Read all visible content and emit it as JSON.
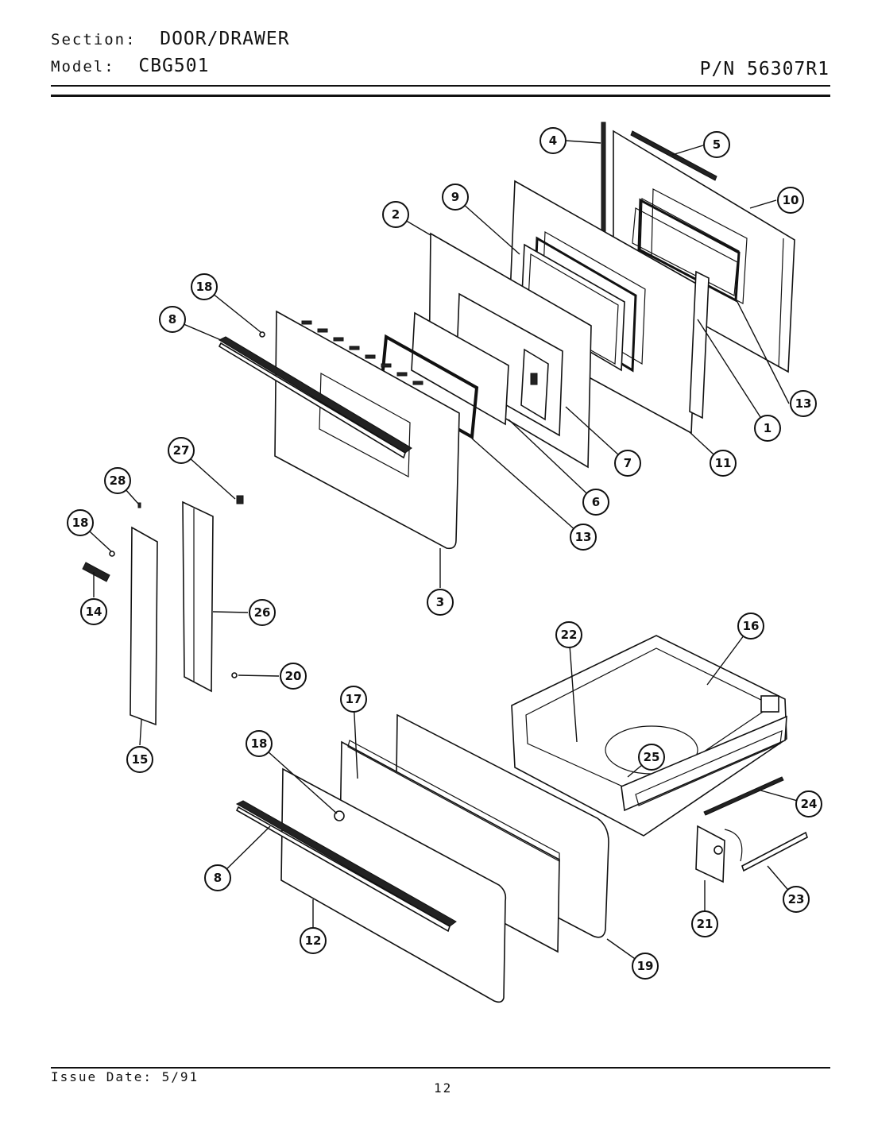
{
  "header": {
    "section_label": "Section:",
    "section_value": "DOOR/DRAWER",
    "model_label": "Model:",
    "model_value": "CBG501",
    "part_number": "P/N 56307R1"
  },
  "footer": {
    "issue_date": "Issue Date: 5/91",
    "page_number": "12"
  },
  "callouts": [
    "1",
    "2",
    "3",
    "4",
    "5",
    "6",
    "7",
    "8",
    "8",
    "9",
    "10",
    "11",
    "12",
    "13",
    "13",
    "14",
    "15",
    "16",
    "17",
    "18",
    "18",
    "18",
    "19",
    "20",
    "21",
    "22",
    "23",
    "24",
    "25",
    "26",
    "27",
    "28"
  ]
}
